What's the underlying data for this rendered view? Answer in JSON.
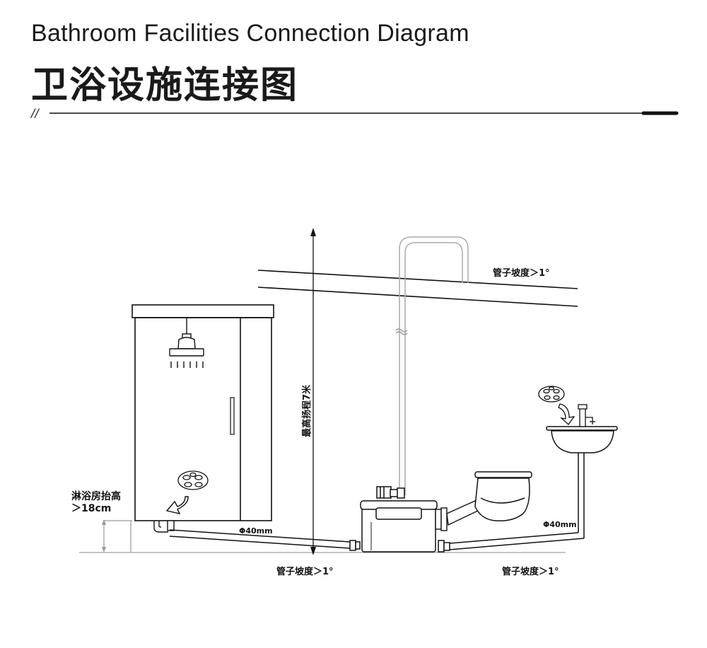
{
  "header": {
    "title_en": "Bathroom Facilities Connection Diagram",
    "title_zh": "卫浴设施连接图",
    "divider_marker": "//"
  },
  "labels": {
    "slope_top": "管子坡度＞1°",
    "max_lift": "最高扬程7米",
    "shower_raise_line1": "淋浴房抬高",
    "shower_raise_line2": "＞18cm",
    "pipe_left": "Φ40mm",
    "pipe_right": "Φ40mm",
    "slope_bottom_left": "管子坡度＞1°",
    "slope_bottom_right": "管子坡度＞1°"
  }
}
